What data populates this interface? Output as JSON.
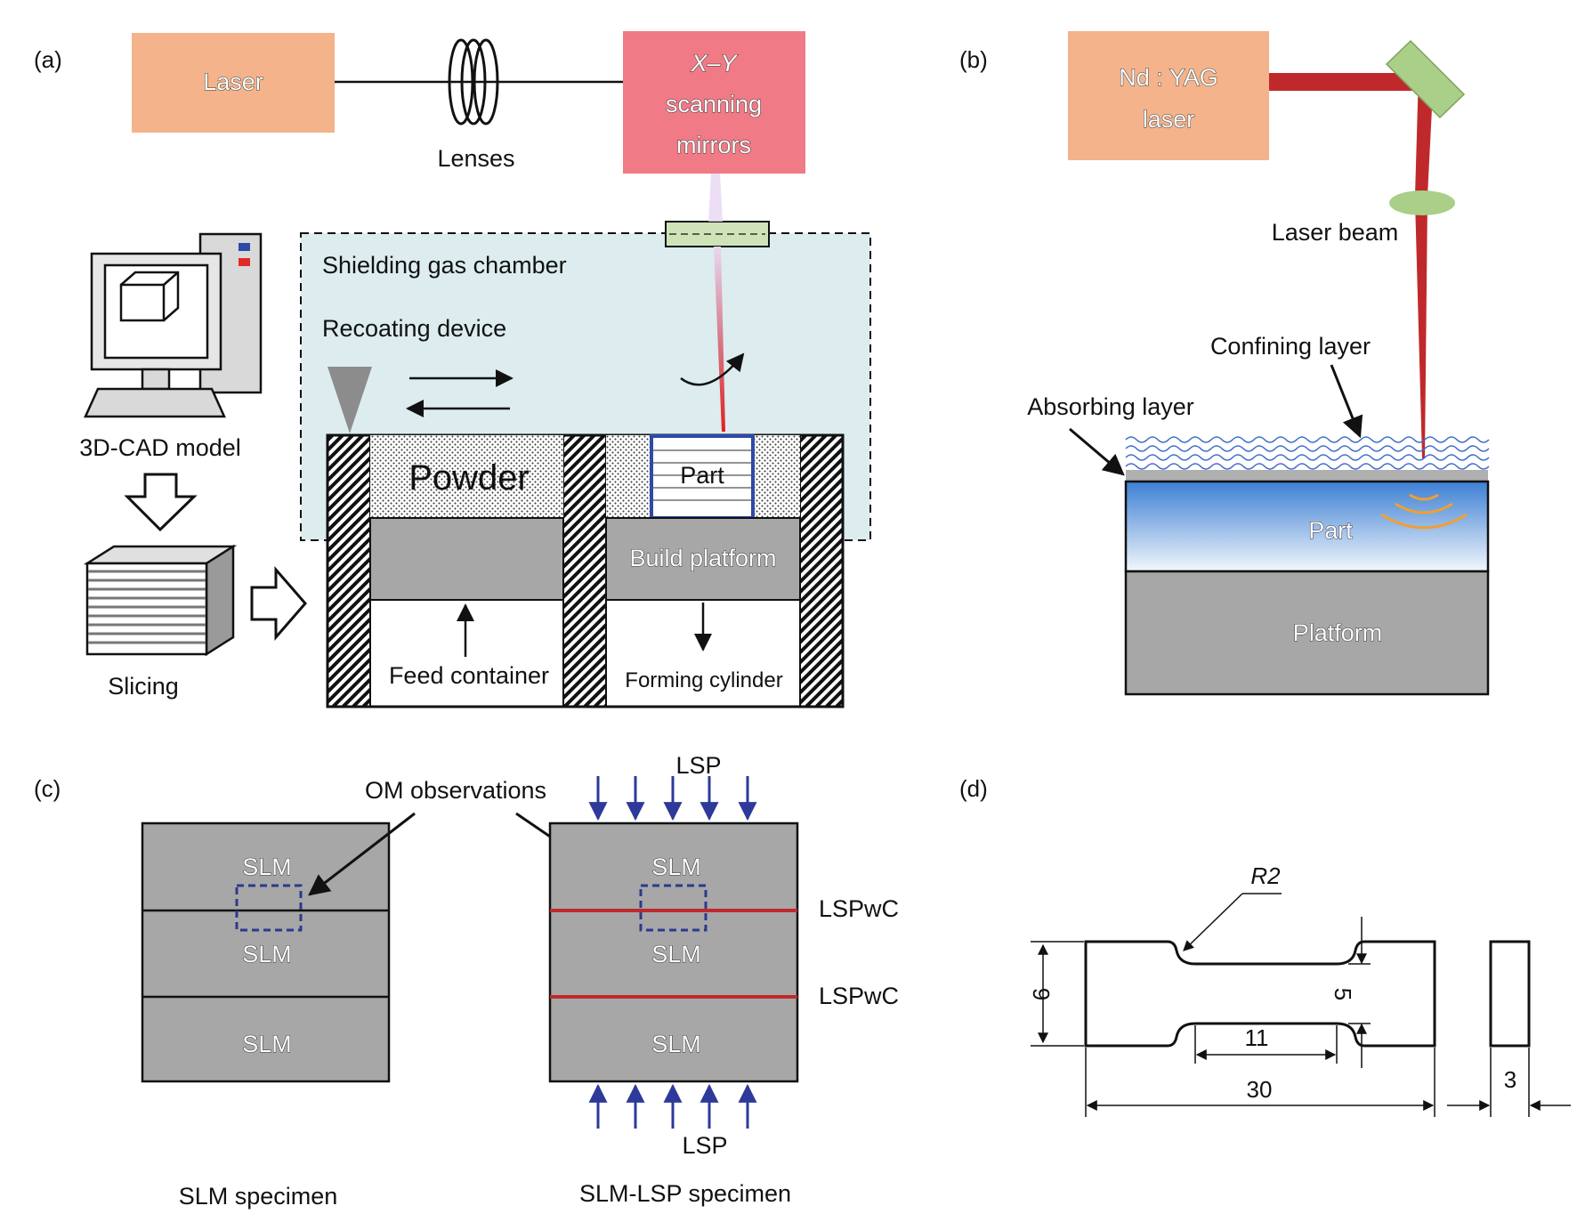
{
  "panels": {
    "a": {
      "letter": "(a)",
      "laser": "Laser",
      "lenses": "Lenses",
      "scan_line1": "X–Y",
      "scan_line2": "scanning",
      "scan_line3": "mirrors",
      "chamber": "Shielding gas chamber",
      "recoating": "Recoating device",
      "cad": "3D-CAD model",
      "slicing": "Slicing",
      "powder": "Powder",
      "part": "Part",
      "build_platform": "Build platform",
      "feed": "Feed container",
      "forming": "Forming cylinder"
    },
    "b": {
      "letter": "(b)",
      "laser_line1": "Nd : YAG",
      "laser_line2": "laser",
      "beam": "Laser beam",
      "confining": "Confining layer",
      "absorbing": "Absorbing layer",
      "part": "Part",
      "platform": "Platform"
    },
    "c": {
      "letter": "(c)",
      "om": "OM observations",
      "slm": "SLM",
      "lsp": "LSP",
      "lspwc": "LSPwC",
      "slm_specimen": "SLM specimen",
      "slm_lsp_specimen": "SLM-LSP specimen"
    },
    "d": {
      "letter": "(d)",
      "r2": "R2",
      "dim_9": "9",
      "dim_5": "5",
      "dim_11": "11",
      "dim_30": "30",
      "dim_3": "3"
    }
  },
  "colors": {
    "laser_box": "#f4b38a",
    "mirror_box": "#f07a86",
    "chamber": "#dcecef",
    "gray": "#a7a7a7",
    "part_blue": "#2e4aa8",
    "beam_red": "#c0292b",
    "lens_green": "#a9cf88",
    "dash_blue": "#2b3a8c",
    "arrow_blue": "#2d3a9a",
    "wave_orange": "#f0a030"
  }
}
